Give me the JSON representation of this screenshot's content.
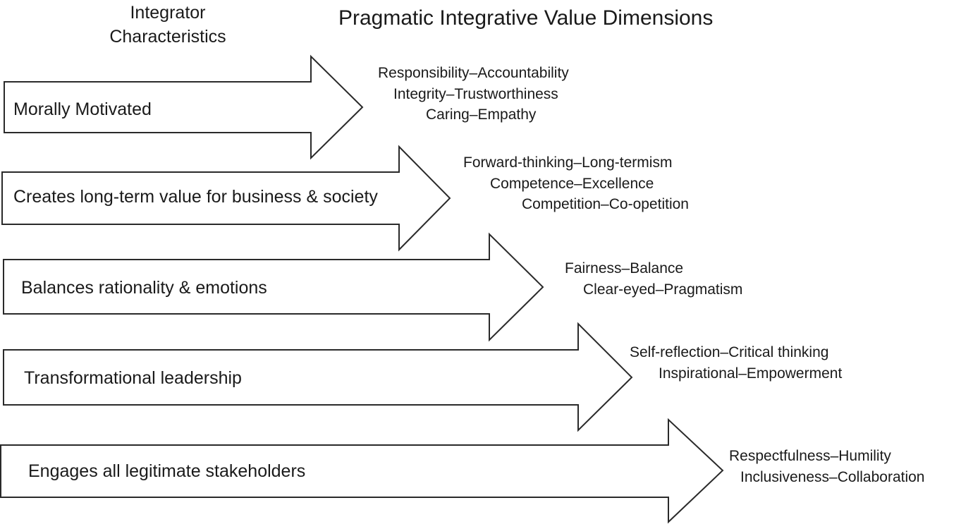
{
  "header": {
    "left_title_line1": "Integrator",
    "left_title_line2": "Characteristics",
    "right_title": "Pragmatic Integrative Value Dimensions"
  },
  "rows": [
    {
      "characteristic": "Morally Motivated",
      "dimensions": [
        "Responsibility–Accountability",
        "Integrity–Trustworthiness",
        "Caring–Empathy"
      ]
    },
    {
      "characteristic": "Creates long-term value for business & society",
      "dimensions": [
        "Forward-thinking–Long-termism",
        "Competence–Excellence",
        "Competition–Co-opetition"
      ]
    },
    {
      "characteristic": "Balances rationality & emotions",
      "dimensions": [
        "Fairness–Balance",
        "Clear-eyed–Pragmatism"
      ]
    },
    {
      "characteristic": "Transformational leadership",
      "dimensions": [
        "Self-reflection–Critical thinking",
        "Inspirational–Empowerment"
      ]
    },
    {
      "characteristic": "Engages all legitimate stakeholders",
      "dimensions": [
        "Respectfulness–Humility",
        "Inclusiveness–Collaboration"
      ]
    }
  ],
  "colors": {
    "stroke": "#2a2a2a",
    "fill": "#ffffff",
    "text": "#1a1a1a"
  }
}
